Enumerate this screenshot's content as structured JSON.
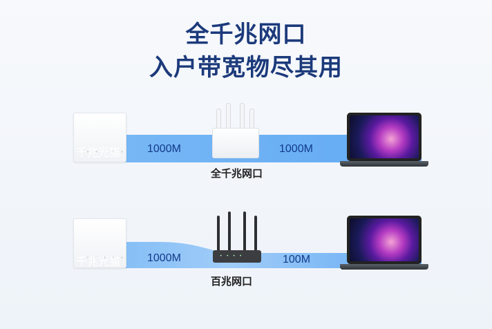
{
  "headline": {
    "line1": "全千兆网口",
    "line2": "入户带宽物尽其用"
  },
  "colors": {
    "title": "#1c3a7b",
    "band_light": "#bad9fb",
    "band_mid": "#74b6f5",
    "band_dark": "#4c9af0",
    "label_blue": "#123a8a"
  },
  "rows": [
    {
      "modem_label": "千兆光猫",
      "speed_left": "1000M",
      "speed_right": "1000M",
      "router_caption": "全千兆网口",
      "router_icon": "white-gigabit-router-icon"
    },
    {
      "modem_label": "千兆光猫",
      "speed_left": "1000M",
      "speed_right": "100M",
      "router_caption": "百兆网口",
      "router_icon": "black-100m-router-icon"
    }
  ]
}
